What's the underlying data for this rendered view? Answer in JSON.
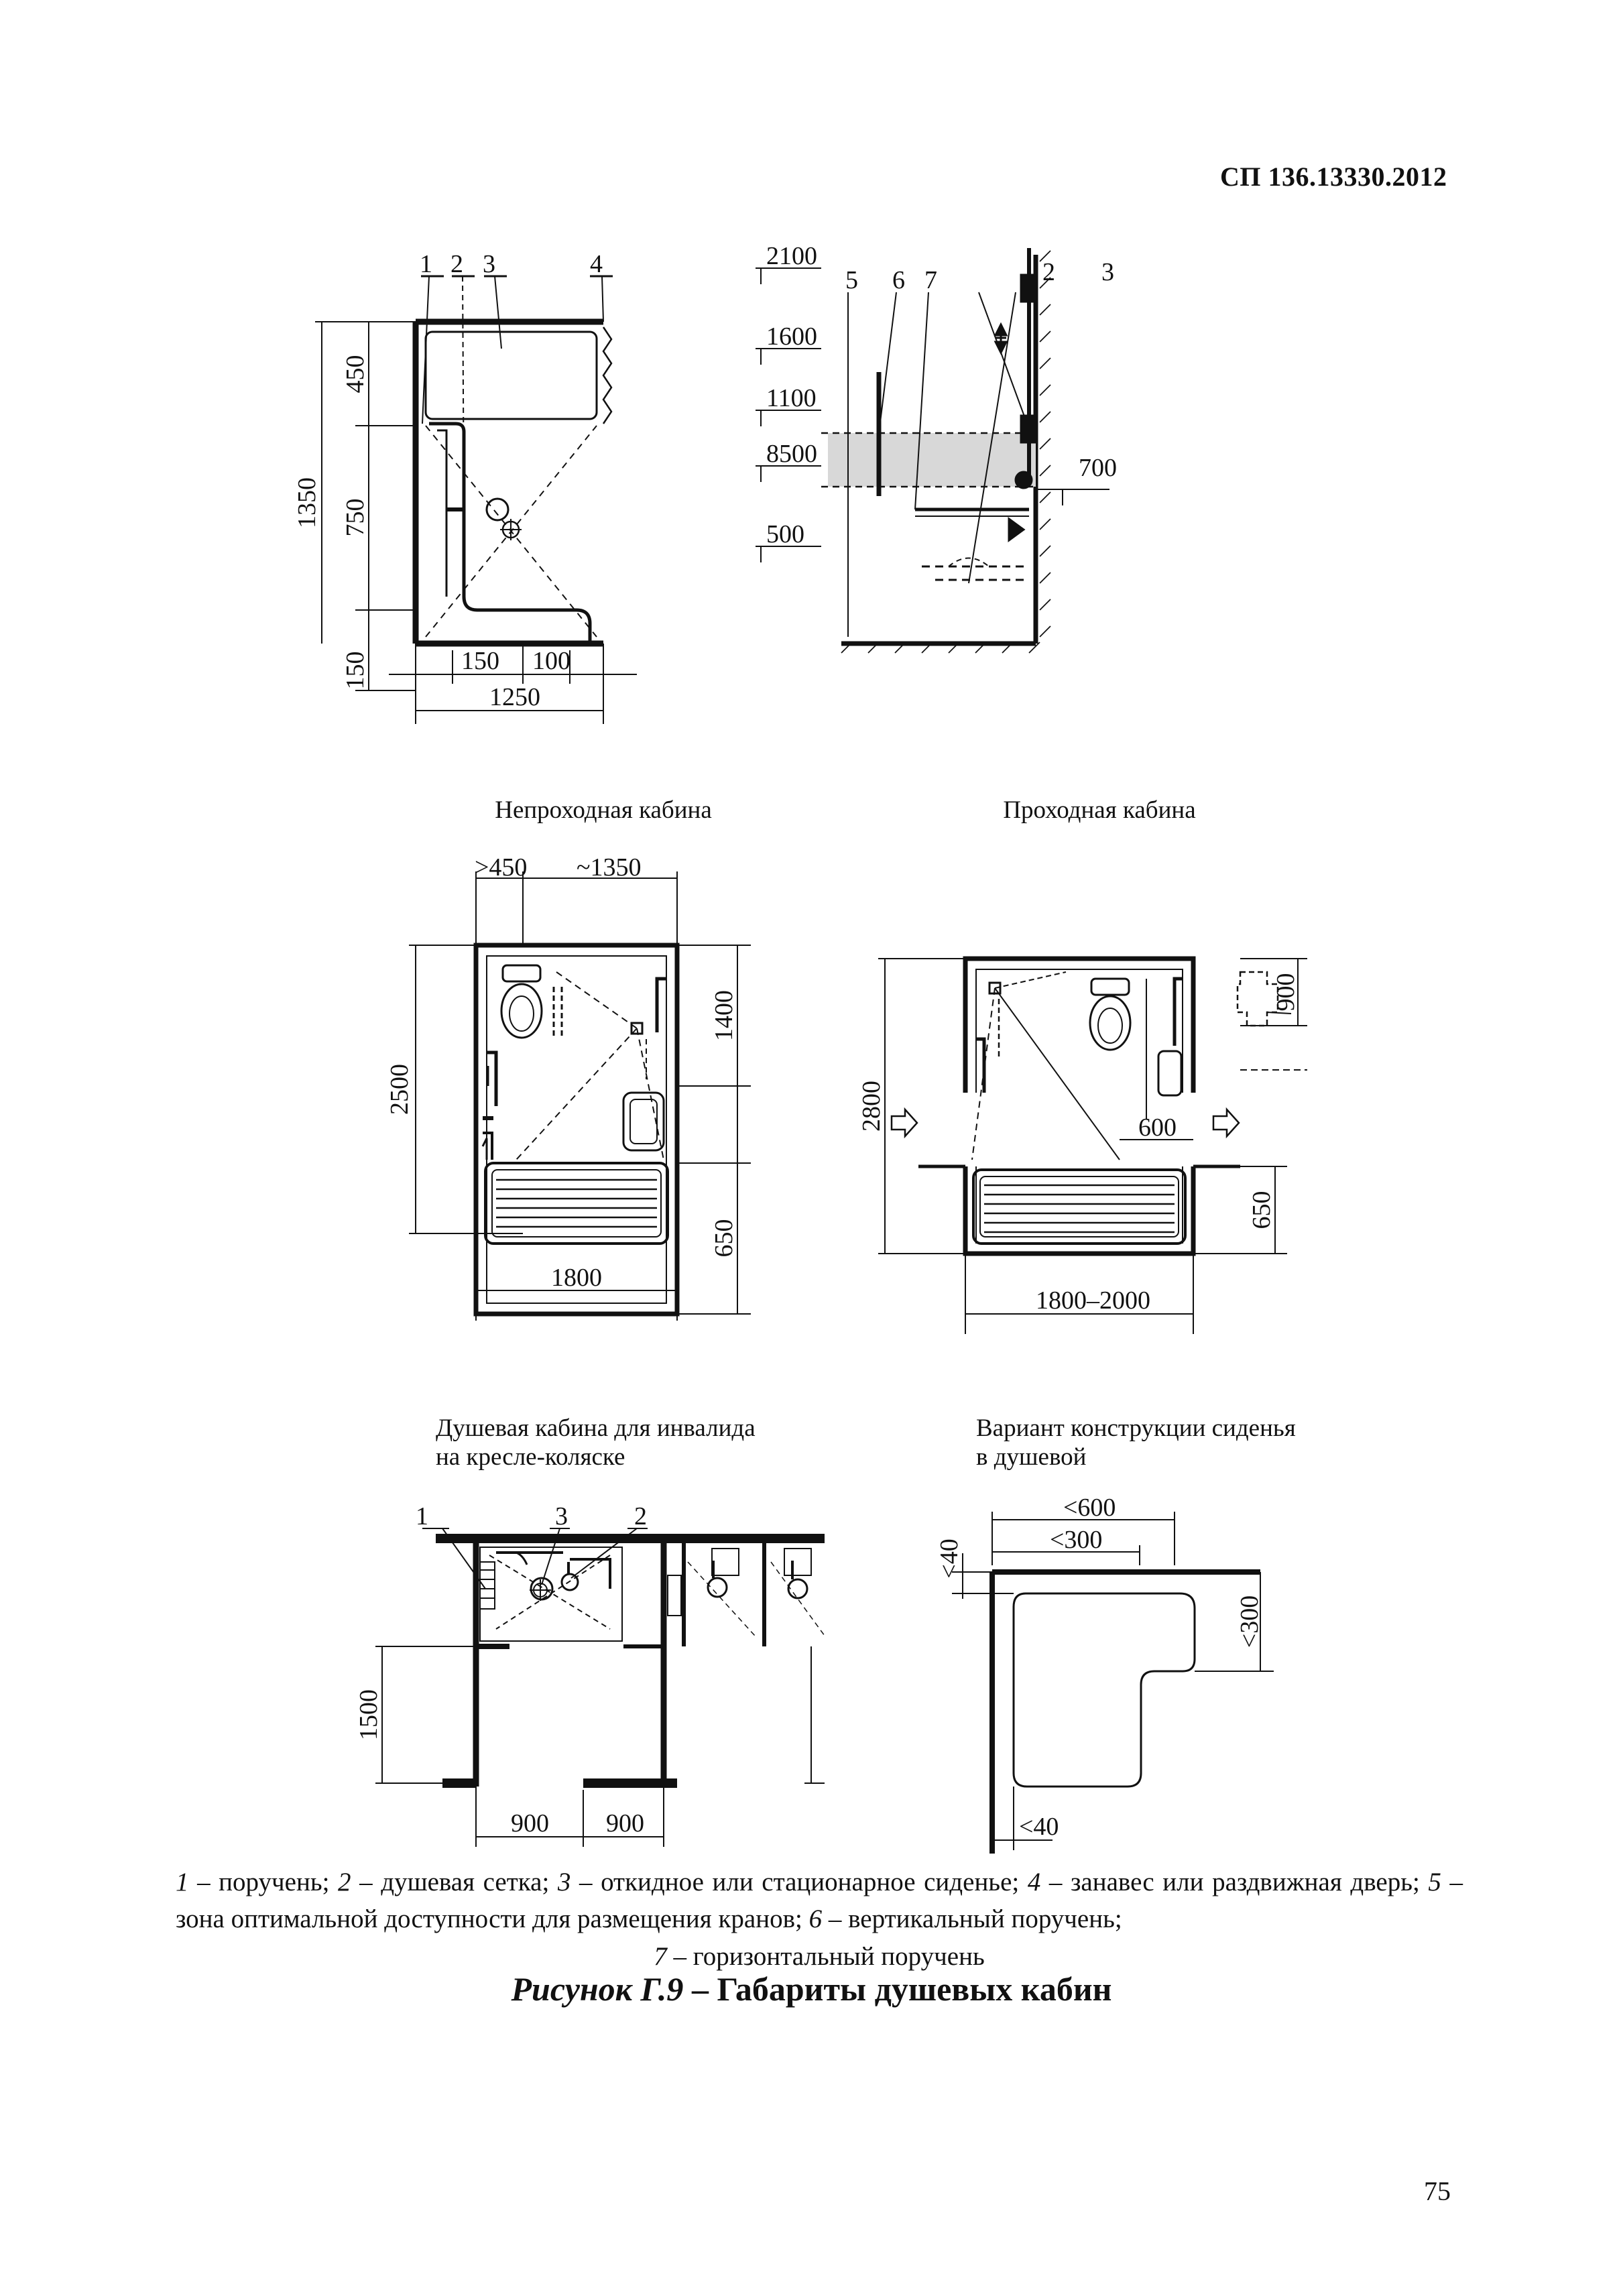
{
  "header": {
    "doc_code": "СП 136.13330.2012"
  },
  "drawings": {
    "plan_small": {
      "callouts": [
        "1",
        "2",
        "3",
        "4"
      ],
      "dims": {
        "total_h": "1350",
        "top": "450",
        "mid": "750",
        "bottom": "150",
        "b150": "150",
        "b100": "100",
        "width": "1250"
      }
    },
    "section": {
      "levels": [
        "2100",
        "1600",
        "1100",
        "8500",
        "500"
      ],
      "callouts": [
        "5",
        "6",
        "7",
        "2",
        "3"
      ],
      "right_dim": "700"
    },
    "plan_dead_end": {
      "caption": "Непроходная кабина",
      "dims": {
        "top_left": ">450",
        "top_right": "~1350",
        "height": "2500",
        "right_top": "1400",
        "right_bottom": "650",
        "width": "1800"
      }
    },
    "plan_through": {
      "caption": "Проходная кабина",
      "dims": {
        "height": "2800",
        "right": "900",
        "door": "600",
        "right_bottom": "650",
        "width": "1800–2000"
      }
    },
    "plan_wheelchair": {
      "caption_line1": "Душевая кабина для инвалида",
      "caption_line2": "на кресле-коляске",
      "callouts": [
        "1",
        "3",
        "2"
      ],
      "dims": {
        "height": "1500",
        "w1": "900",
        "w2": "900"
      }
    },
    "seat": {
      "caption_line1": "Вариант конструкции сиденья",
      "caption_line2": "в душевой",
      "dims": {
        "top1": "<600",
        "top2": "<300",
        "left": "<40",
        "right": "<300",
        "bottom": "<40"
      }
    }
  },
  "legend": {
    "n1": "1",
    "t1": " – поручень; ",
    "n2": "2",
    "t2": " – душевая сетка; ",
    "n3": "3",
    "t3": " – откидное или стационарное сиденье; ",
    "n4": "4",
    "t4": " – занавес или раздвижная дверь; ",
    "n5": "5",
    "t5": " – зона оптимальной доступности для размещения кранов; ",
    "n6": "6",
    "t6": " – вертикальный поручень;",
    "n7": "7",
    "t7": " – горизонтальный поручень"
  },
  "figure": {
    "label": "Рисунок Г.9",
    "title": " – Габариты душевых кабин"
  },
  "page_number": "75"
}
